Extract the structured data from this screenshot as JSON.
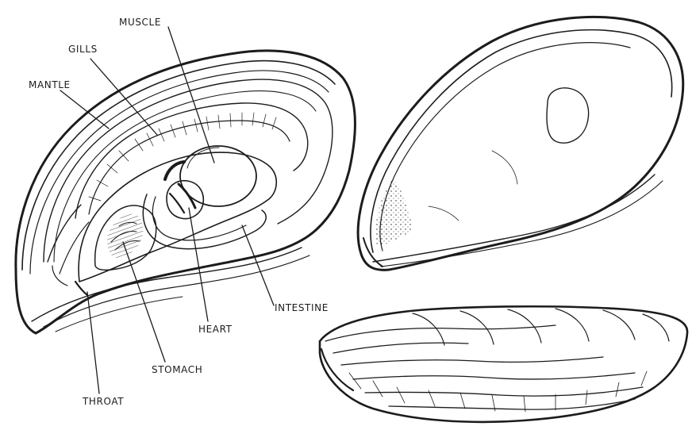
{
  "labels": {
    "muscle": "MUSCLE",
    "gills": "GILLS",
    "mantle": "MANTLE",
    "intestine": "INTESTINE",
    "heart": "HEART",
    "stomach": "STOMACH",
    "throat": "THROAT"
  },
  "colors": {
    "ink": "#1c1c1c",
    "paper": "#ffffff"
  }
}
